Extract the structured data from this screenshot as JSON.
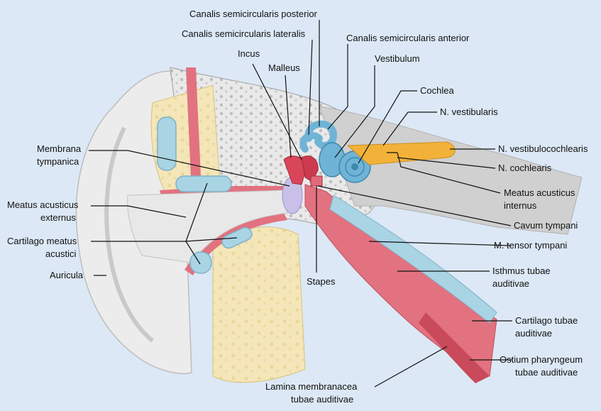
{
  "labels": {
    "canalis_posterior": "Canalis semicircularis posterior",
    "canalis_lateralis": "Canalis semicircularis lateralis",
    "canalis_anterior": "Canalis semicircularis anterior",
    "incus": "Incus",
    "malleus": "Malleus",
    "vestibulum": "Vestibulum",
    "cochlea": "Cochlea",
    "n_vestibularis": "N. vestibularis",
    "n_vestibulocochlearis": "N. vestibulocochlearis",
    "n_cochlearis": "N. cochlearis",
    "meatus_internus_1": "Meatus acusticus",
    "meatus_internus_2": "internus",
    "cavum_tympani": "Cavum tympani",
    "m_tensor_tympani": "M. tensor tympani",
    "isthmus_1": "Isthmus tubae",
    "isthmus_2": "auditivae",
    "cartilago_tubae_1": "Cartilago tubae",
    "cartilago_tubae_2": "auditivae",
    "ostium_1": "Ostium pharyngeum",
    "ostium_2": "tubae auditivae",
    "lamina_1": "Lamina membranacea",
    "lamina_2": "tubae auditivae",
    "stapes": "Stapes",
    "membrana_1": "Membrana",
    "membrana_2": "tympanica",
    "meatus_externus_1": "Meatus acusticus",
    "meatus_externus_2": "externus",
    "cartilago_meatus_1": "Cartilago meatus",
    "cartilago_meatus_2": "acustici",
    "auricula": "Auricula"
  },
  "colors": {
    "background": "#dce8f6",
    "skin": "#ececec",
    "bone": "#f4e6b8",
    "cartilage": "#a9d4e4",
    "mucosa": "#e2727f",
    "nerve": "#f2b23a",
    "labyrinth": "#6fb4d6"
  }
}
